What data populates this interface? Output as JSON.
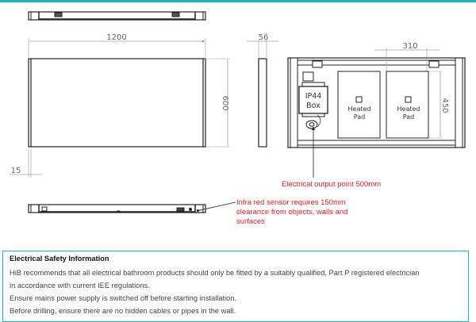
{
  "diagram": {
    "dimensions": {
      "width": "1200",
      "height": "600",
      "depth": "56",
      "inset": "15",
      "pad_spacing": "310",
      "pad_height": "450"
    },
    "labels": {
      "ip44_line1": "IP44",
      "ip44_line2": "Box",
      "pad_line1": "Heated",
      "pad_line2": "Pad"
    },
    "callouts": {
      "output_point": "Electrical output point 500mm",
      "sensor": [
        "Infra red sensor requires 150mm",
        "clearance from objects, walls and",
        "surfaces"
      ]
    },
    "colors": {
      "accent": "#1bb5b5",
      "callout": "#e31e24"
    }
  },
  "info": {
    "title": "Electrical Safety Information",
    "lines": [
      "HiB recommends that all electrical bathroom products should only be fitted by a suitably qualified, Part P registered electrician",
      "in accordance with current IEE regulations.",
      "Ensure mains power supply is switched off before starting installation.",
      "Before drilling, ensure there are no hidden cables or pipes in the wall."
    ]
  }
}
